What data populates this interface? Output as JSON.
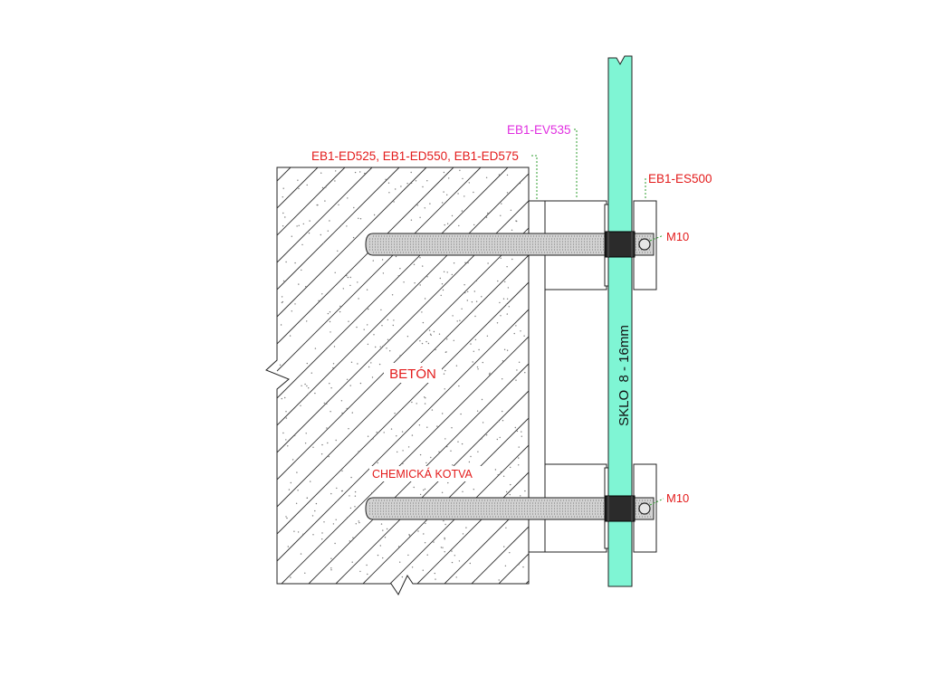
{
  "labels": {
    "spacer_codes": "EB1-ED525, EB1-ED550, EB1-ED575",
    "standoff_code": "EB1-EV535",
    "cap_code": "EB1-ES500",
    "bolt_upper": "M10",
    "bolt_lower": "M10",
    "concrete": "BETÓN",
    "anchor": "CHEMICKÁ KOTVA",
    "glass": "SKLO  8 - 16mm"
  },
  "colors": {
    "label_red": "#e31b1b",
    "label_magenta": "#e02ee0",
    "leader_green": "#2f9e2f",
    "glass_fill": "#7ff5d4",
    "outline": "#222222",
    "sleeve": "#2b2b2b",
    "rod_fill": "#d2d2d2"
  }
}
